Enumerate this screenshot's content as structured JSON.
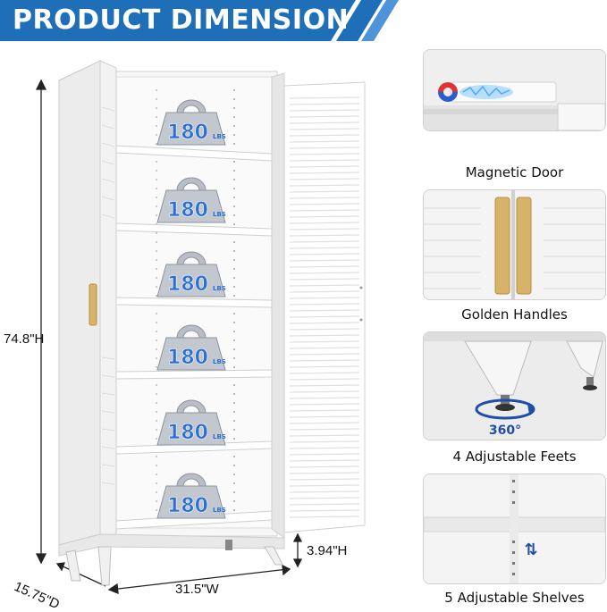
{
  "banner": {
    "title": "PRODUCT DIMENSION"
  },
  "dimensions": {
    "height": "74.8\"H",
    "leg_height": "3.94\"H",
    "depth": "15.75\"D",
    "width": "31.5\"W"
  },
  "shelf_load": {
    "value": "180",
    "unit": "LBS"
  },
  "features": [
    {
      "caption": "Magnetic Door"
    },
    {
      "caption": "Golden Handles"
    },
    {
      "caption": "4 Adjustable Feets",
      "badge": "360°"
    },
    {
      "caption": "5 Adjustable Shelves"
    }
  ],
  "colors": {
    "banner": "#1f6fb8",
    "banner_dark": "#12508a",
    "weight_text": "#2b6fd4",
    "handle": "#d7b36a"
  }
}
